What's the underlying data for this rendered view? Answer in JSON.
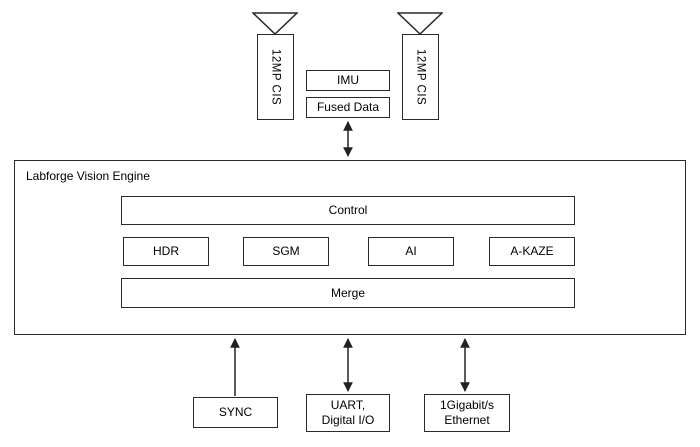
{
  "diagram": {
    "camera_left_label": "12MP CIS",
    "camera_right_label": "12MP CIS",
    "imu_label": "IMU",
    "fused_label": "Fused Data",
    "engine_title": "Labforge Vision Engine",
    "control_label": "Control",
    "modules": [
      {
        "label": "HDR"
      },
      {
        "label": "SGM"
      },
      {
        "label": "AI"
      },
      {
        "label": "A-KAZE"
      }
    ],
    "merge_label": "Merge",
    "sync_label": "SYNC",
    "uart_line1": "UART,",
    "uart_line2": "Digital I/O",
    "eth_line1": "1Gigabit/s",
    "eth_line2": "Ethernet",
    "colors": {
      "border": "#2a2a2a",
      "background": "#ffffff",
      "text": "#000000"
    }
  }
}
